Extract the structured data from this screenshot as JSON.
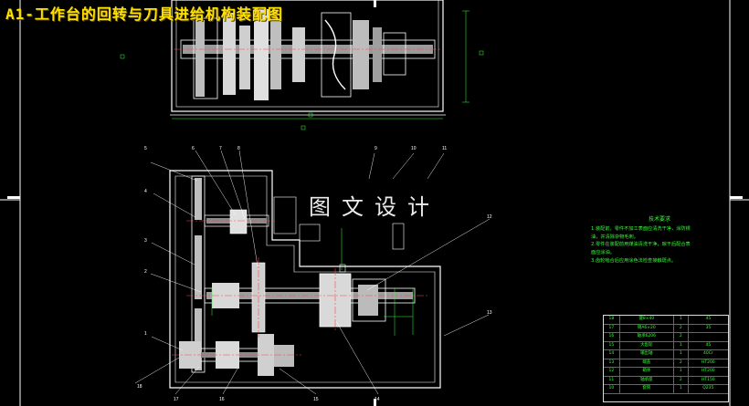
{
  "title": "A1-工作台的回转与刀具进给机构装配图",
  "watermark": "图文设计",
  "colors": {
    "background": "#000000",
    "title": "#ffe000",
    "outline": "#ffffff",
    "dim": "#33ff33",
    "leader": "#ffffff",
    "shaft": "#ff4444",
    "hatch": "#d0d0d0"
  },
  "tech_notes": {
    "heading": "技术要求",
    "lines": [
      "1.装配前，零件不加工表面应清洗干净，涂防锈",
      "  油，并清除杂物毛刺。",
      "2.零件在装配前用煤油清洗干净，晾干后配合表",
      "  面应涂油。",
      "3.齿轮啮合后应用涂色法检查接触斑点。"
    ]
  },
  "part_labels": [
    "1",
    "2",
    "3",
    "4",
    "5",
    "6",
    "7",
    "8",
    "9",
    "10",
    "11",
    "12",
    "13",
    "14",
    "15",
    "16",
    "17",
    "18"
  ],
  "bom_rows": [
    {
      "no": "18",
      "name": "键8×40",
      "qty": "1",
      "mat": "45"
    },
    {
      "no": "17",
      "name": "销A6×20",
      "qty": "2",
      "mat": "35"
    },
    {
      "no": "16",
      "name": "轴承6206",
      "qty": "2",
      "mat": ""
    },
    {
      "no": "15",
      "name": "大齿轮",
      "qty": "1",
      "mat": "45"
    },
    {
      "no": "14",
      "name": "输出轴",
      "qty": "1",
      "mat": "40Cr"
    },
    {
      "no": "13",
      "name": "端盖",
      "qty": "2",
      "mat": "HT200"
    },
    {
      "no": "12",
      "name": "箱体",
      "qty": "1",
      "mat": "HT200"
    },
    {
      "no": "11",
      "name": "轴承座",
      "qty": "2",
      "mat": "HT150"
    },
    {
      "no": "10",
      "name": "套筒",
      "qty": "1",
      "mat": "Q235"
    }
  ]
}
